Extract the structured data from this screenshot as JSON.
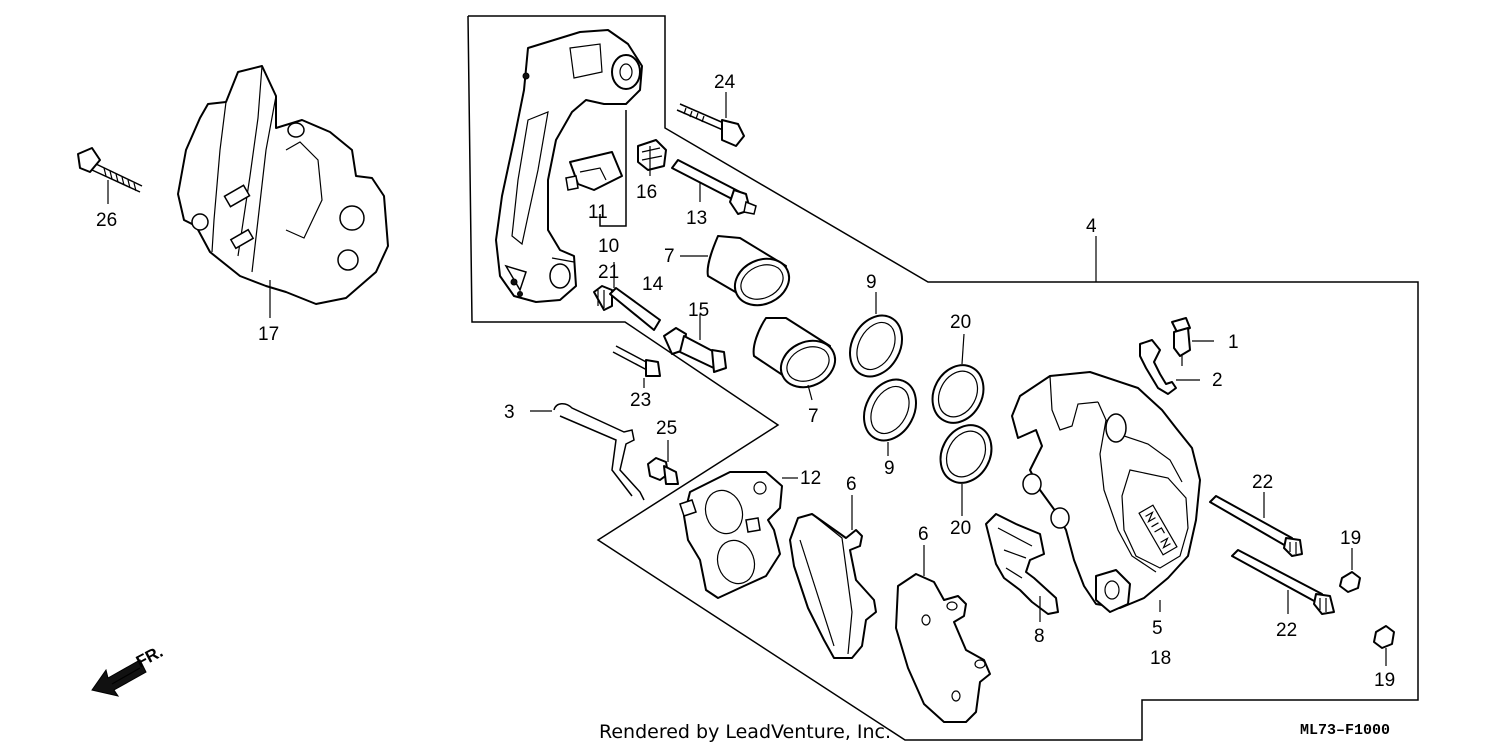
{
  "callouts": {
    "p1": "1",
    "p2": "2",
    "p3": "3",
    "p4": "4",
    "p5": "5",
    "p6a": "6",
    "p6b": "6",
    "p7a": "7",
    "p7b": "7",
    "p8": "8",
    "p9a": "9",
    "p9b": "9",
    "p10": "10",
    "p11": "11",
    "p12": "12",
    "p13": "13",
    "p14": "14",
    "p15": "15",
    "p16": "16",
    "p17": "17",
    "p18": "18",
    "p19a": "19",
    "p19b": "19",
    "p20a": "20",
    "p20b": "20",
    "p21": "21",
    "p22a": "22",
    "p22b": "22",
    "p23": "23",
    "p24": "24",
    "p25": "25",
    "p26": "26"
  },
  "direction_label": "FR.",
  "credit": "Rendered by LeadVenture, Inc.",
  "diagram_code": "ML73–F1000"
}
